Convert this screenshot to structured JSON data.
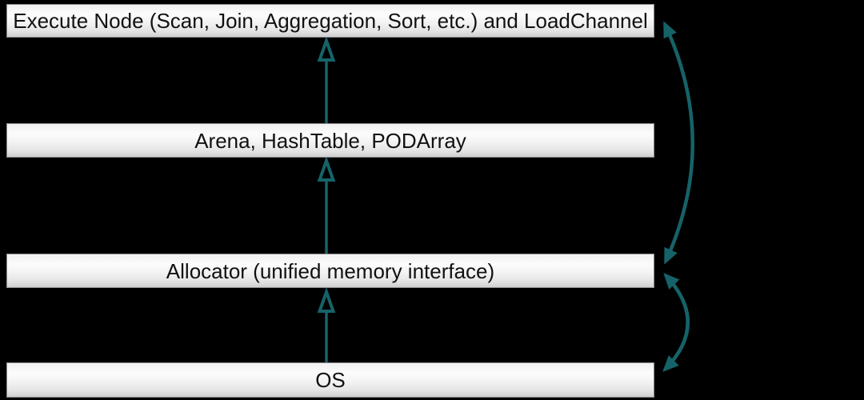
{
  "colors": {
    "background": "#000000",
    "arrow": "#156369",
    "bar_text": "#111111",
    "bar_border": "#8c8c8c"
  },
  "layers": [
    {
      "id": "execute-node",
      "label": "Execute Node (Scan, Join, Aggregation, Sort, etc.) and LoadChannel"
    },
    {
      "id": "arena",
      "label": "Arena, HashTable, PODArray"
    },
    {
      "id": "allocator",
      "label": "Allocator (unified memory interface)"
    },
    {
      "id": "os",
      "label": "OS"
    }
  ],
  "arrows": {
    "up_arrows": [
      {
        "from": "arena",
        "to": "execute-node",
        "style": "hollow-head"
      },
      {
        "from": "allocator",
        "to": "arena",
        "style": "hollow-head"
      },
      {
        "from": "os",
        "to": "allocator",
        "style": "hollow-head"
      }
    ],
    "bidirectional_arrows": [
      {
        "between": [
          "execute-node",
          "allocator"
        ],
        "style": "curved-double-head"
      },
      {
        "between": [
          "allocator",
          "os"
        ],
        "style": "curved-double-head"
      }
    ]
  }
}
